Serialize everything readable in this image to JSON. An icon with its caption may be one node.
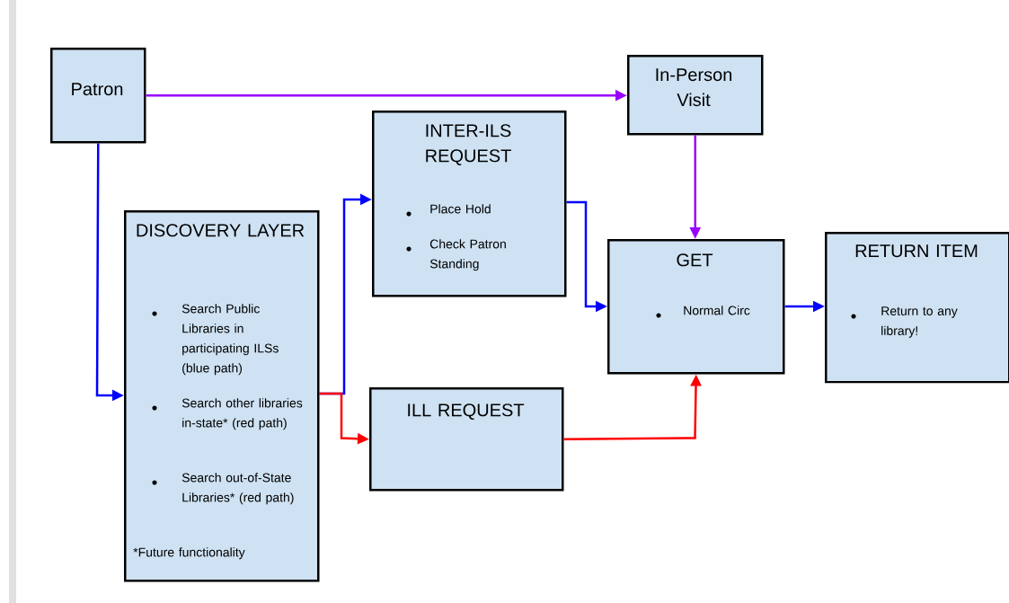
{
  "diagram": {
    "nodes": [
      {
        "text": [
          "Patron"
        ]
      },
      {
        "text": [
          "In-Person Visit"
        ]
      },
      {
        "text": [
          "INTER-ILS REQUEST",
          "Place Hold",
          "Check Patron Standing"
        ]
      },
      {
        "text": [
          "DISCOVERY LAYER",
          "Search Public Libraries in participating ILSs (blue path)",
          "Search other libraries in-state* (red path)",
          "Search out-of-State Libraries* (red path)",
          "*Future functionality"
        ]
      },
      {
        "text": [
          "GET",
          "Normal Circ"
        ]
      },
      {
        "text": [
          "RETURN ITEM",
          "Return to any library!"
        ]
      },
      {
        "text": [
          "ILL REQUEST"
        ]
      }
    ],
    "edges": [
      {
        "from": 0,
        "to": 1,
        "arrow": "to",
        "color": "#9900ff"
      },
      {
        "from": 1,
        "to": 4,
        "arrow": "to",
        "color": "#9900ff"
      },
      {
        "from": 0,
        "to": 3,
        "arrow": "to",
        "color": "#0000ff"
      },
      {
        "from": 3,
        "to": 2,
        "arrow": "to",
        "color": "#0000ff"
      },
      {
        "from": 3,
        "to": 6,
        "arrow": "to",
        "color": "#ff0000"
      },
      {
        "from": 2,
        "to": 4,
        "arrow": "to",
        "color": "#0000ff"
      },
      {
        "from": 6,
        "to": 4,
        "arrow": "to",
        "color": "#ff0000"
      },
      {
        "from": 4,
        "to": 5,
        "arrow": "to",
        "color": "#0000ff"
      }
    ]
  }
}
